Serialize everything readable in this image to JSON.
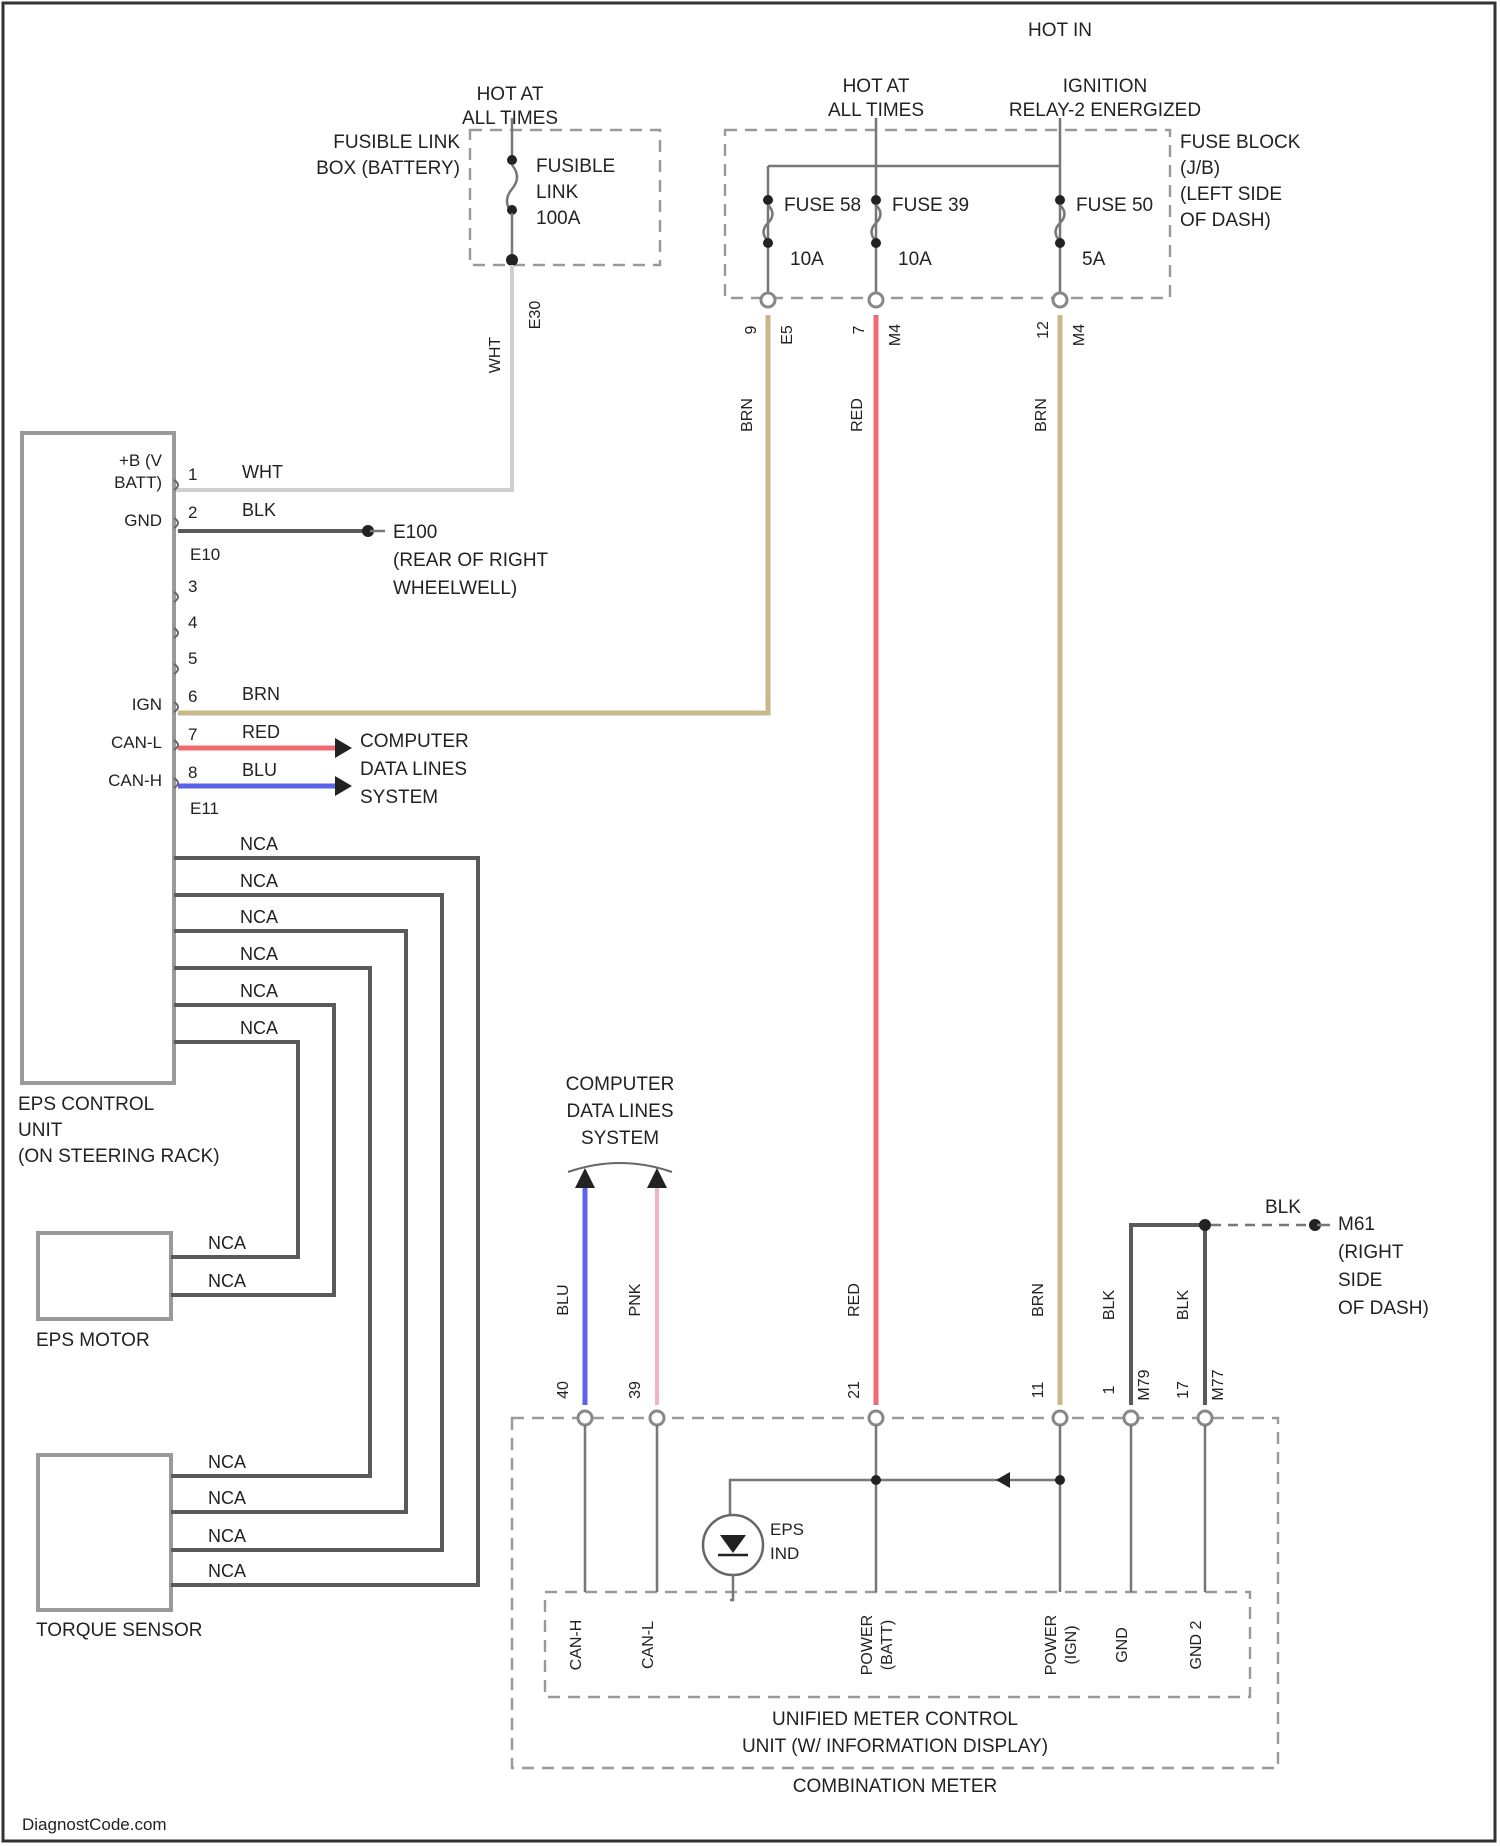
{
  "header": {
    "hot_in_run": "HOT IN",
    "hot_at_all_times_1": "HOT AT\nALL TIMES",
    "hot_at_all_times_2": "HOT AT\nALL TIMES",
    "ignition_relay": "IGNITION\nRELAY-2 ENERGIZED"
  },
  "fusible_link_box": {
    "label": "FUSIBLE LINK\nBOX (BATTERY)",
    "fuse": "FUSIBLE\nLINK\n100A",
    "connector": "E30",
    "wire_color": "WHT"
  },
  "fuse_block": {
    "label": "FUSE BLOCK\n(J/B)\n(LEFT SIDE\nOF DASH)",
    "fuses": [
      {
        "name": "FUSE 58",
        "amps": "10A",
        "pin": "9",
        "conn": "E5",
        "wire": "BRN"
      },
      {
        "name": "FUSE 39",
        "amps": "10A",
        "pin": "7",
        "conn": "M4",
        "wire": "RED"
      },
      {
        "name": "FUSE 50",
        "amps": "5A",
        "pin": "12",
        "conn": "M4",
        "wire": "BRN"
      }
    ]
  },
  "eps_unit": {
    "title": "EPS CONTROL\nUNIT\n(ON STEERING RACK)",
    "pins": [
      {
        "name": "+B (V\nBATT)",
        "num": "1",
        "wire": "WHT"
      },
      {
        "name": "GND",
        "num": "2",
        "wire": "BLK"
      },
      {
        "name": "",
        "num": "3",
        "wire": ""
      },
      {
        "name": "",
        "num": "4",
        "wire": ""
      },
      {
        "name": "",
        "num": "5",
        "wire": ""
      },
      {
        "name": "IGN",
        "num": "6",
        "wire": "BRN"
      },
      {
        "name": "CAN-L",
        "num": "7",
        "wire": "RED"
      },
      {
        "name": "CAN-H",
        "num": "8",
        "wire": "BLU"
      }
    ],
    "conn_gnd": "E10",
    "conn_can": "E11",
    "ground": "E100\n(REAR OF RIGHT\nWHEELWELL)",
    "data_lines": "COMPUTER\nDATA LINES\nSYSTEM",
    "nca": [
      "NCA",
      "NCA",
      "NCA",
      "NCA",
      "NCA",
      "NCA"
    ]
  },
  "eps_motor": {
    "title": "EPS MOTOR",
    "nca": [
      "NCA",
      "NCA"
    ]
  },
  "torque_sensor": {
    "title": "TORQUE SENSOR",
    "nca": [
      "NCA",
      "NCA",
      "NCA",
      "NCA"
    ]
  },
  "meter": {
    "data_lines": "COMPUTER\nDATA LINES\nSYSTEM",
    "can_wires": [
      {
        "wire": "BLU",
        "pin": "40"
      },
      {
        "wire": "PNK",
        "pin": "39"
      }
    ],
    "power_wires": [
      {
        "wire": "RED",
        "pin": "21"
      },
      {
        "wire": "BRN",
        "pin": "11"
      }
    ],
    "gnd_wires": [
      {
        "wire": "BLK",
        "pin": "1",
        "conn": "M79"
      },
      {
        "wire": "BLK",
        "pin": "17",
        "conn": "M77"
      }
    ],
    "ground_label": "BLK",
    "ground": "M61\n(RIGHT\nSIDE\nOF DASH)",
    "lamp": "EPS\nIND",
    "internal_labels": [
      "CAN-H",
      "CAN-L",
      "POWER\n(BATT)",
      "POWER\n(IGN)",
      "GND",
      "GND 2"
    ],
    "unit_title": "UNIFIED METER CONTROL\nUNIT (W/ INFORMATION DISPLAY)",
    "comb_title": "COMBINATION METER"
  },
  "watermark": "DiagnostCode.com"
}
